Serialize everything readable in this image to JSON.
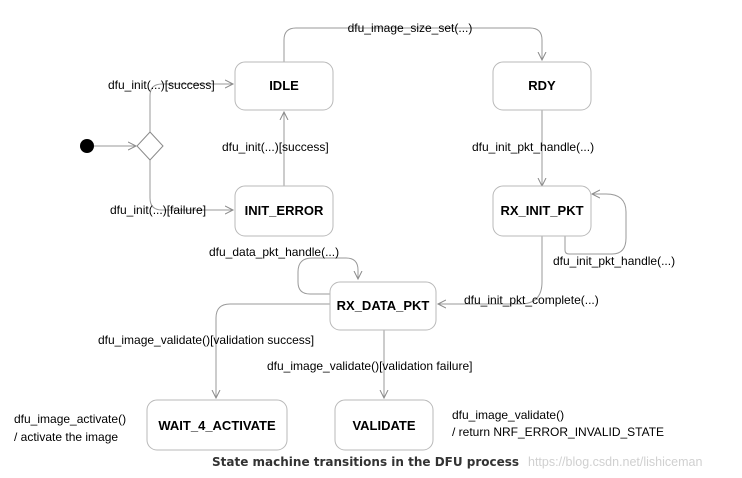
{
  "states": {
    "idle": "IDLE",
    "rdy": "RDY",
    "init_error": "INIT_ERROR",
    "rx_init_pkt": "RX_INIT_PKT",
    "rx_data_pkt": "RX_DATA_PKT",
    "wait_4_activate": "WAIT_4_ACTIVATE",
    "validate": "VALIDATE"
  },
  "transitions": {
    "image_size_set": "dfu_image_size_set(...)",
    "init_success_top": "dfu_init(...)[success]",
    "init_success_mid": "dfu_init(...)[success]",
    "init_failure": "dfu_init(...)[failure]",
    "init_pkt_handle": "dfu_init_pkt_handle(...)",
    "init_pkt_handle_self": "dfu_init_pkt_handle(...)",
    "init_pkt_complete": "dfu_init_pkt_complete(...)",
    "data_pkt_handle": "dfu_data_pkt_handle(...)",
    "validate_success": "dfu_image_validate()[validation success]",
    "validate_failure": "dfu_image_validate()[validation failure]"
  },
  "notes": {
    "activate_line1": "dfu_image_activate()",
    "activate_line2": "/ activate the image",
    "invalid_line1": "dfu_image_validate()",
    "invalid_line2": "/ return NRF_ERROR_INVALID_STATE"
  },
  "caption": "State machine transitions in the DFU process",
  "watermark": "https://blog.csdn.net/lishiceman"
}
